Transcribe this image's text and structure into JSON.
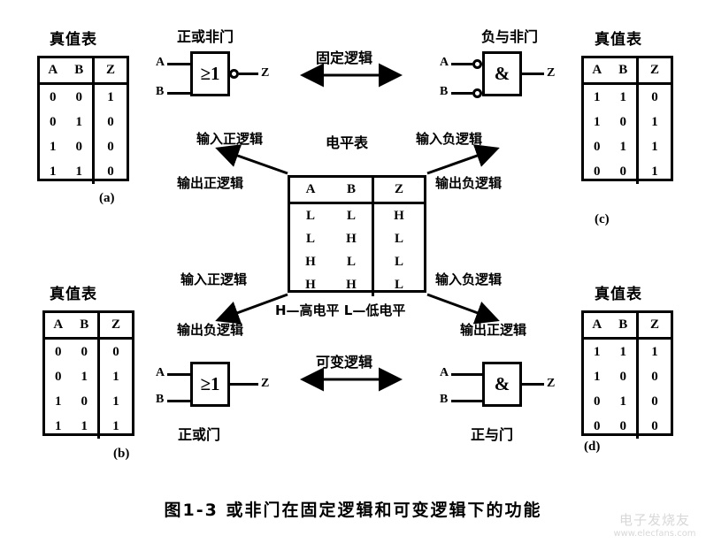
{
  "figure": {
    "caption": "图1-3  或非门在固定逻辑和可变逻辑下的功能",
    "watermark_cn": "电子发烧友",
    "watermark_url": "www.elecfans.com"
  },
  "labels": {
    "truth_table": "真值表",
    "level_table": "电平表",
    "fixed_logic": "固定逻辑",
    "variable_logic": "可变逻辑",
    "legend": "H—高电平  L—低电平",
    "input_positive_logic": "输入正逻辑",
    "input_negative_logic": "输入负逻辑",
    "output_positive_logic": "输出正逻辑",
    "output_negative_logic": "输出负逻辑"
  },
  "gates": {
    "top_left": {
      "name": "正或非门",
      "symbol": "≥1",
      "inputs": [
        "A",
        "B"
      ],
      "output": "Z",
      "input_bubbles": false,
      "output_bubble": true
    },
    "top_right": {
      "name": "负与非门",
      "symbol": "&",
      "inputs": [
        "A",
        "B"
      ],
      "output": "Z",
      "input_bubbles": true,
      "output_bubble": false
    },
    "bottom_left": {
      "name": "正或门",
      "symbol": "≥1",
      "inputs": [
        "A",
        "B"
      ],
      "output": "Z",
      "input_bubbles": false,
      "output_bubble": false
    },
    "bottom_right": {
      "name": "正与门",
      "symbol": "&",
      "inputs": [
        "A",
        "B"
      ],
      "output": "Z",
      "input_bubbles": false,
      "output_bubble": false
    }
  },
  "chart_data": {
    "type": "table",
    "title": "图1-3  或非门在固定逻辑和可变逻辑下的功能",
    "tables": [
      {
        "id": "a",
        "title": "真值表",
        "caption": "(a)",
        "headers": [
          "A",
          "B",
          "Z"
        ],
        "rows": [
          [
            "0",
            "0",
            "1"
          ],
          [
            "0",
            "1",
            "0"
          ],
          [
            "1",
            "0",
            "0"
          ],
          [
            "1",
            "1",
            "0"
          ]
        ],
        "describes": "正或非门"
      },
      {
        "id": "c",
        "title": "真值表",
        "caption": "(c)",
        "headers": [
          "A",
          "B",
          "Z"
        ],
        "rows": [
          [
            "1",
            "1",
            "0"
          ],
          [
            "1",
            "0",
            "1"
          ],
          [
            "0",
            "1",
            "1"
          ],
          [
            "0",
            "0",
            "1"
          ]
        ],
        "describes": "负与非门"
      },
      {
        "id": "level",
        "title": "电平表",
        "caption": "",
        "headers": [
          "A",
          "B",
          "Z"
        ],
        "rows": [
          [
            "L",
            "L",
            "H"
          ],
          [
            "L",
            "H",
            "L"
          ],
          [
            "H",
            "L",
            "L"
          ],
          [
            "H",
            "H",
            "L"
          ]
        ],
        "describes": "电平表"
      },
      {
        "id": "b",
        "title": "真值表",
        "caption": "(b)",
        "headers": [
          "A",
          "B",
          "Z"
        ],
        "rows": [
          [
            "0",
            "0",
            "0"
          ],
          [
            "0",
            "1",
            "1"
          ],
          [
            "1",
            "0",
            "1"
          ],
          [
            "1",
            "1",
            "1"
          ]
        ],
        "describes": "正或门"
      },
      {
        "id": "d",
        "title": "真值表",
        "caption": "(d)",
        "headers": [
          "A",
          "B",
          "Z"
        ],
        "rows": [
          [
            "1",
            "1",
            "1"
          ],
          [
            "1",
            "0",
            "0"
          ],
          [
            "0",
            "1",
            "0"
          ],
          [
            "0",
            "0",
            "0"
          ]
        ],
        "describes": "正与门"
      }
    ]
  }
}
